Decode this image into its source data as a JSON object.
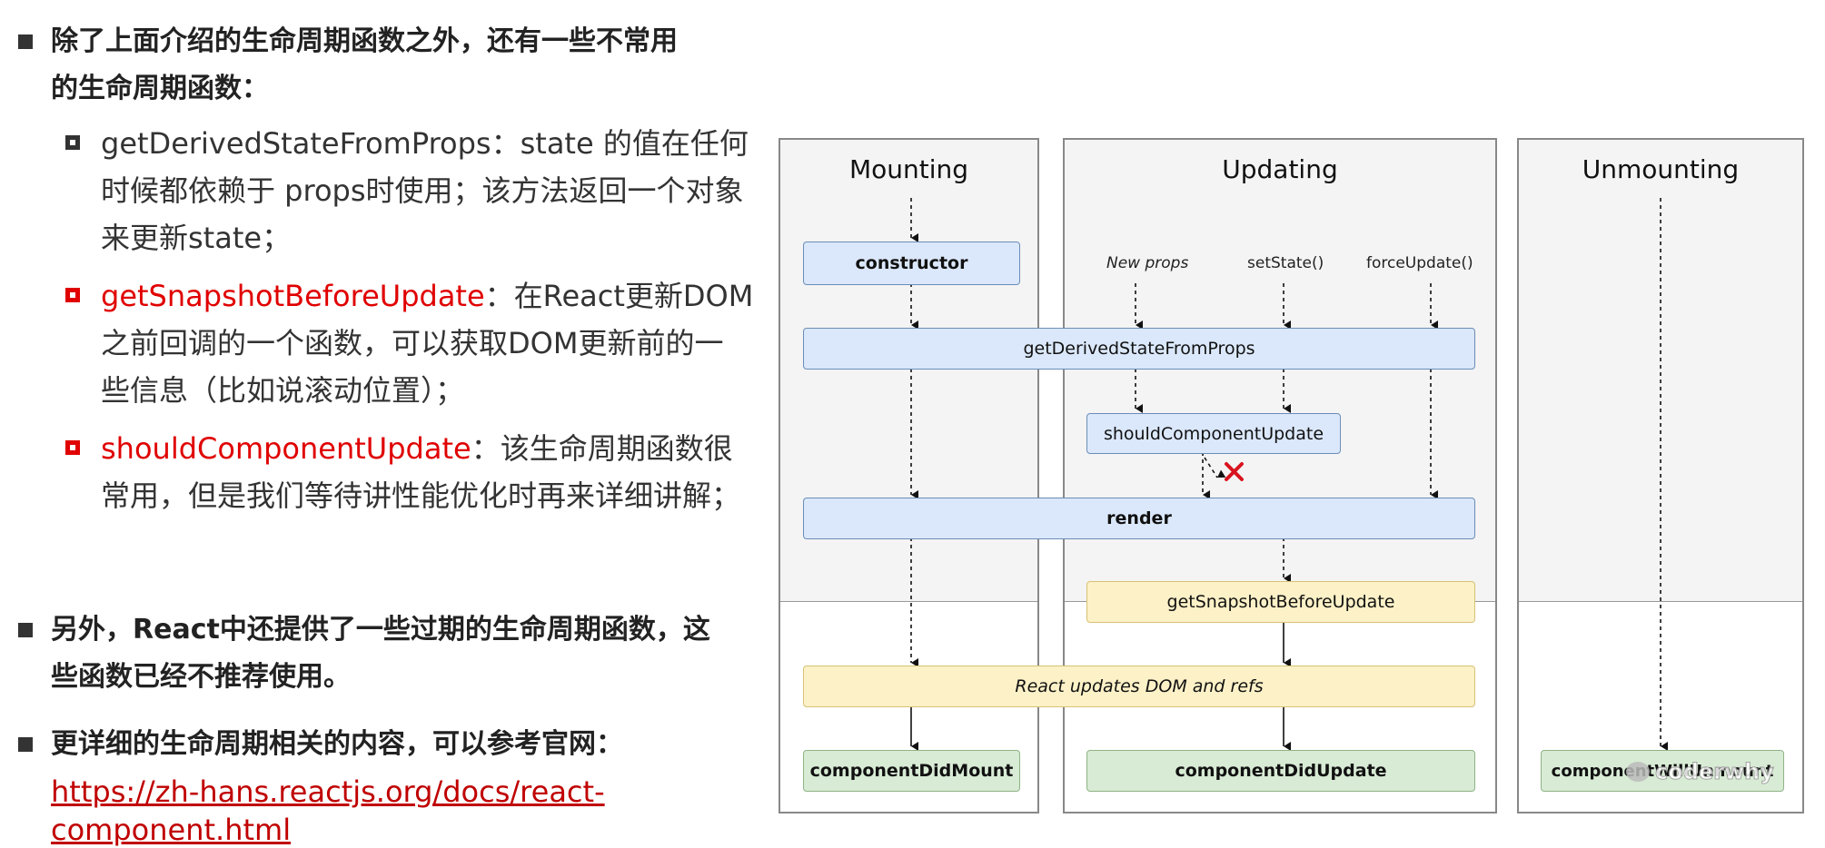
{
  "left": {
    "bullet1": {
      "line1": "除了上面介绍的生命周期函数之外，还有一些不常用",
      "line2": "的生命周期函数："
    },
    "sub1": {
      "name": "getDerivedStateFromProps",
      "line1_rest": "：state 的值在任何",
      "line2": "时候都依赖于 props时使用；该方法返回一个对象",
      "line3": "来更新state；"
    },
    "sub2": {
      "name": "getSnapshotBeforeUpdate",
      "line1_rest": "：在React更新DOM",
      "line2": "之前回调的一个函数，可以获取DOM更新前的一",
      "line3": "些信息（比如说滚动位置）；"
    },
    "sub3": {
      "name": "shouldComponentUpdate",
      "line1_rest": "：该生命周期函数很",
      "line2": "常用，但是我们等待讲性能优化时再来详细讲解；"
    },
    "bullet2": {
      "line1": "另外，React中还提供了一些过期的生命周期函数，这",
      "line2": "些函数已经不推荐使用。"
    },
    "bullet3": {
      "line1": "更详细的生命周期相关的内容，可以参考官网：",
      "link_line1": "https://zh-hans.reactjs.org/docs/react-",
      "link_line2": "component.html"
    }
  },
  "diagram": {
    "phases": [
      "Mounting",
      "Updating",
      "Unmounting"
    ],
    "triggers": [
      "New props",
      "setState()",
      "forceUpdate()"
    ],
    "boxes": {
      "constructor": "constructor",
      "gdsfp": "getDerivedStateFromProps",
      "scu": "shouldComponentUpdate",
      "render": "render",
      "gsbu": "getSnapshotBeforeUpdate",
      "dom": "React updates DOM and refs",
      "cdm": "componentDidMount",
      "cdu": "componentDidUpdate",
      "cwu": "componentWillUnmount"
    },
    "watermark": "coderwhy"
  },
  "colors": {
    "accent_red": "#e00000",
    "link_red": "#c00000"
  }
}
